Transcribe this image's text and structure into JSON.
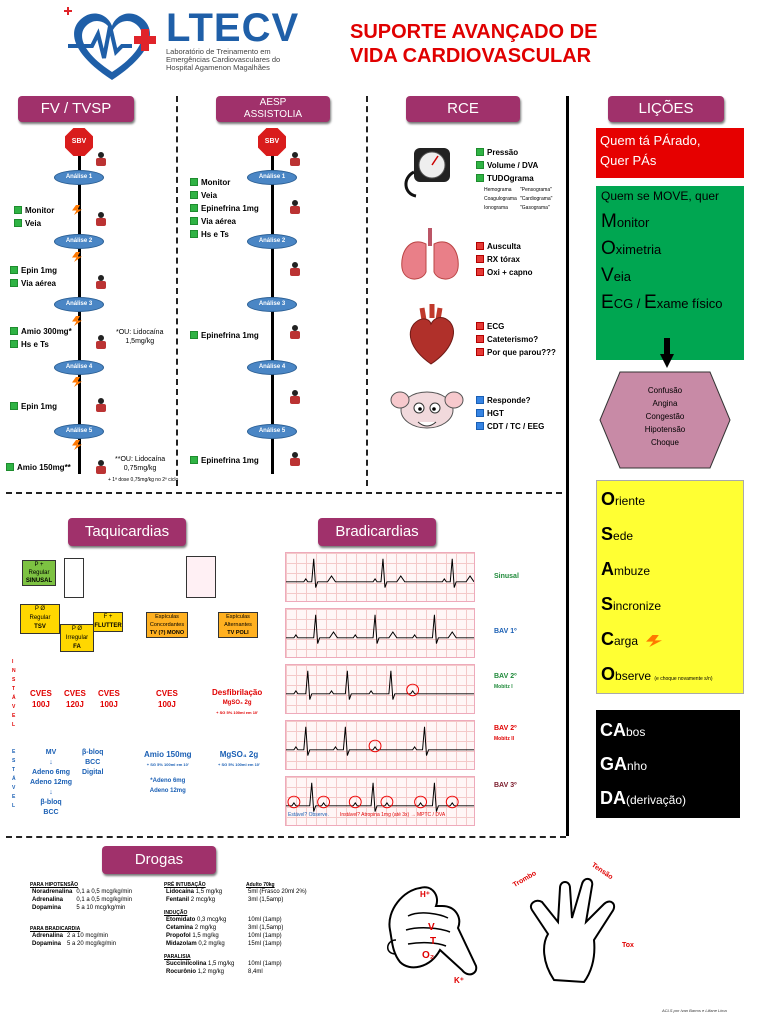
{
  "header": {
    "brand": "LTECV",
    "subtitle_1": "Laboratório de Treinamento em",
    "subtitle_2": "Emergências Cardiovasculares do",
    "subtitle_3": "Hospital Agamenon Magalhães",
    "title_1": "SUPORTE AVANÇADO DE",
    "title_2": "VIDA CARDIOVASCULAR"
  },
  "fv": {
    "title": "FV / TVSP",
    "sbv": "SBV",
    "analise": [
      "Análise 1",
      "Análise 2",
      "Análise 3",
      "Análise 4",
      "Análise 5"
    ],
    "monitor": "Monitor",
    "veia": "Veia",
    "epin1": "Epin 1mg",
    "via_aerea": "Via aérea",
    "amio300": "Amio 300mg*",
    "hs_ts": "Hs e Ts",
    "epin2": "Epin 1mg",
    "amio150": "Amio 150mg**",
    "note1_a": "*OU: Lidocaína",
    "note1_b": "1,5mg/kg",
    "note2_a": "**OU: Lidocaína",
    "note2_b": "0,75mg/kg",
    "note3": "+ 1ª dose 0,75mg/kg no 2º ciclo"
  },
  "aesp": {
    "title_1": "AESP",
    "title_2": "ASSISTOLIA",
    "sbv": "SBV",
    "analise": [
      "Análise 1",
      "Análise 2",
      "Análise 3",
      "Análise 4",
      "Análise 5"
    ],
    "items": [
      "Monitor",
      "Veia",
      "Epinefrina 1mg",
      "Via aérea",
      "Hs e Ts"
    ],
    "epi_a": "Epinefrina 1mg",
    "epi_b": "Epinefrina 1mg"
  },
  "rce": {
    "title": "RCE",
    "g1": [
      "Pressão",
      "Volume / DVA",
      "TUDOgrama"
    ],
    "tudo_rows": [
      [
        "Hemograma",
        "\"Pensograma\""
      ],
      [
        "Coagulograma",
        "\"Cardiograma\""
      ],
      [
        "Ionograma",
        "\"Gasograma\""
      ]
    ],
    "g2": [
      "Ausculta",
      "RX tórax",
      "Oxi + capno"
    ],
    "g3": [
      "ECG",
      "Cateterismo?",
      "Por que parou???"
    ],
    "g4": [
      "Responde?",
      "HGT",
      "CDT / TC / EEG"
    ]
  },
  "licoes": {
    "title": "LIÇÕES",
    "red_1": "Quem tá PÁrado,",
    "red_2": "Quer PÁs",
    "green_head": "Quem se MOVE, quer",
    "green_items": [
      [
        "M",
        "onitor"
      ],
      [
        "O",
        "ximetria"
      ],
      [
        "V",
        "eia"
      ],
      [
        "E",
        "CG / "
      ],
      [
        "E",
        "xame físico"
      ]
    ],
    "diamond": [
      "Confusão",
      "Angina",
      "Congestão",
      "Hipotensão",
      "Choque"
    ],
    "yellow": [
      [
        "O",
        "riente"
      ],
      [
        "S",
        "ede"
      ],
      [
        "A",
        "mbuze"
      ],
      [
        "S",
        "incronize"
      ],
      [
        "C",
        "arga"
      ],
      [
        "O",
        "bserve"
      ]
    ],
    "observe_note": "(e choque novamente s/n)",
    "black": [
      [
        "CA",
        "bos"
      ],
      [
        "GA",
        "nho"
      ],
      [
        "DA",
        "(derivação)"
      ]
    ]
  },
  "taqui": {
    "title": "Taquicardias",
    "boxes": {
      "sinusal": [
        "P +",
        "Regular",
        "SINUSAL"
      ],
      "tsv": [
        "P Ø",
        "Regular",
        "TSV"
      ],
      "fa": [
        "P Ø",
        "Irregular",
        "FA"
      ],
      "flutter": [
        "F +",
        "FLUTTER"
      ],
      "tv_mono": [
        "Espículas",
        "Concordantes",
        "TV (?) MONO"
      ],
      "tv_poli": [
        "Espículas",
        "Alternantes",
        "TV POLI"
      ]
    },
    "instavel_label": "INSTÁVEL",
    "estavel_label": "ESTÁVEL",
    "cves": [
      [
        "CVES",
        "100J"
      ],
      [
        "CVES",
        "120J"
      ],
      [
        "CVES",
        "100J"
      ],
      [
        "CVES",
        "100J"
      ]
    ],
    "desfib": "Desfibrilação",
    "mgso4": "MgSO₄ 2g",
    "mgso4_note": "+ SG 5% 100ml em 10'",
    "mv": "MV",
    "adeno1": "Adeno 6mg",
    "adeno2": "Adeno 12mg",
    "bbloq1": "β-bloq",
    "bcc1": "BCC",
    "bbloq2": "β-bloq",
    "bcc2": "BCC",
    "digital": "Digital",
    "amio": "Amio 150mg",
    "amio_note": "+ SG 5% 100ml em 10'",
    "mgso4_b": "MgSO₄ 2g",
    "mgso4_b_note": "+ SG 5% 100ml em 10'",
    "adeno_alt_1": "*Adeno 6mg",
    "adeno_alt_2": "Adeno 12mg"
  },
  "bradi": {
    "title": "Bradicardias",
    "labels": [
      "Sinusal",
      "BAV 1º",
      "BAV 2º",
      "BAV 2º",
      "BAV 3º"
    ],
    "sublabels": [
      "",
      "",
      "Mobitz I",
      "Mobitz II",
      ""
    ],
    "footer_left": "Estável? Observe.",
    "footer_right": "Instável? Atropina 1mg (até 3x) → MPTC / DVA"
  },
  "drogas": {
    "title": "Drogas",
    "hipo_title": "PARA HIPOTENSÃO",
    "hipo": [
      [
        "Noradrenalina",
        "0,1 a 0,5 mcg/kg/min"
      ],
      [
        "Adrenalina",
        "0,1 a 0,5 mcg/kg/min"
      ],
      [
        "Dopamina",
        "5 a 10 mcg/kg/min"
      ]
    ],
    "bradi_title": "PARA BRADICARDIA",
    "bradi": [
      [
        "Adrenalina",
        "2 a 10 mcg/min"
      ],
      [
        "Dopamina",
        "5 a 20 mcg/kg/min"
      ]
    ],
    "pre_title": "PRÉ INTUBAÇÃO",
    "adulto": "Adulto 70kg",
    "pre": [
      [
        "Lidocaína",
        "1,5 mg/kg",
        "5ml (Frasco 20ml 2%)"
      ],
      [
        "Fentanil",
        "2 mcg/kg",
        "3ml (1,5amp)"
      ]
    ],
    "inducao_title": "INDUÇÃO",
    "inducao": [
      [
        "Etomidato",
        "0,3 mcg/kg",
        "10ml (1amp)"
      ],
      [
        "Cetamina",
        "2 mg/kg",
        "3ml (1,5amp)"
      ],
      [
        "Propofol",
        "1,5 mg/kg",
        "10ml (1amp)"
      ],
      [
        "Midazolam",
        "0,2 mg/kg",
        "15ml (1amp)"
      ]
    ],
    "paralisia_title": "PARALISIA",
    "paralisia": [
      [
        "Succinilcolina",
        "1,5 mg/kg",
        "10ml (1amp)"
      ],
      [
        "Rocurônio",
        "1,2 mg/kg",
        "8,4ml"
      ]
    ]
  },
  "hands": {
    "h": "H⁺",
    "v": "V",
    "t": "T",
    "o2": "O₂",
    "k": "K⁺",
    "trombo": "Trombo",
    "tensao": "Tensão",
    "tox": "Tox"
  },
  "credit": "ACLS por Ivan Barros e Liliane Lima"
}
